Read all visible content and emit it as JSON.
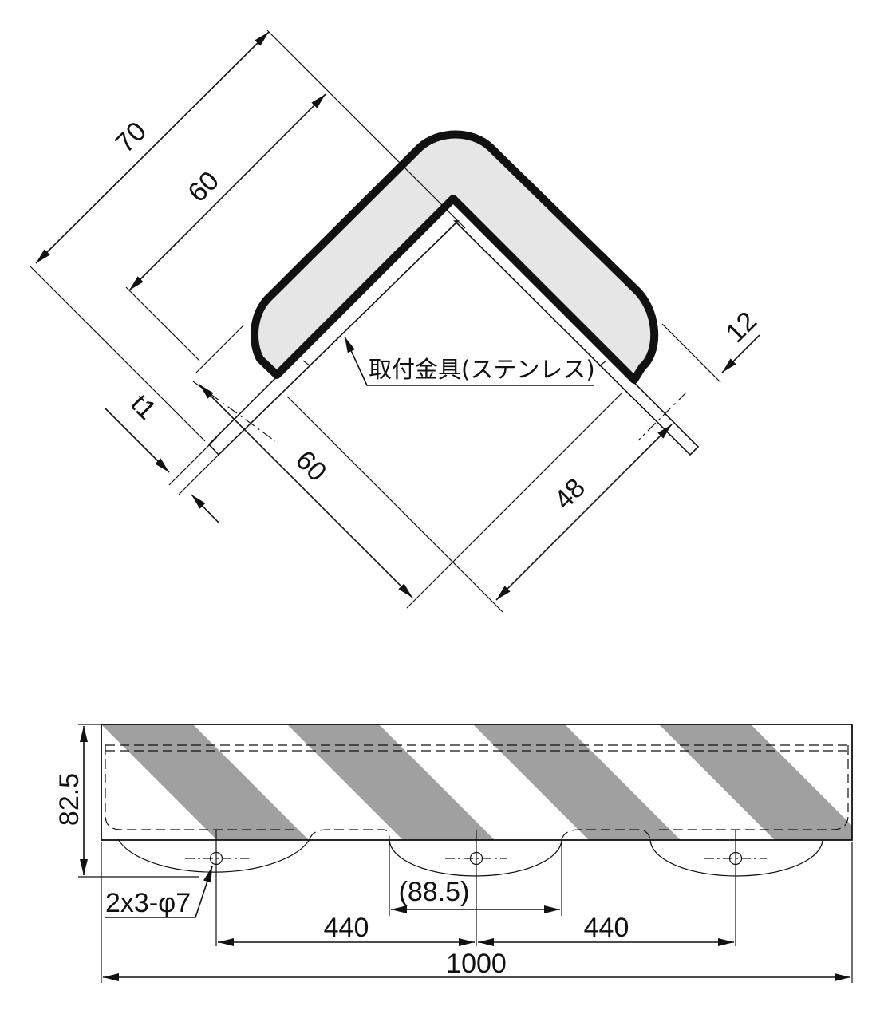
{
  "top_view": {
    "dim_70": "70",
    "dim_60_outer": "60",
    "dim_60_lower": "60",
    "dim_48": "48",
    "dim_12": "12",
    "dim_t1": "t1",
    "bracket_label": "取付金具(ステンレス)"
  },
  "front_view": {
    "height_label": "82.5",
    "hole_label": "2x3-φ7",
    "spacing_left": "440",
    "spacing_right": "440",
    "cutout_label": "(88.5)",
    "overall_label": "1000"
  },
  "colors": {
    "stripe": "#a0a0a0",
    "line": "#111111",
    "fill_light": "#e6e6e6"
  }
}
